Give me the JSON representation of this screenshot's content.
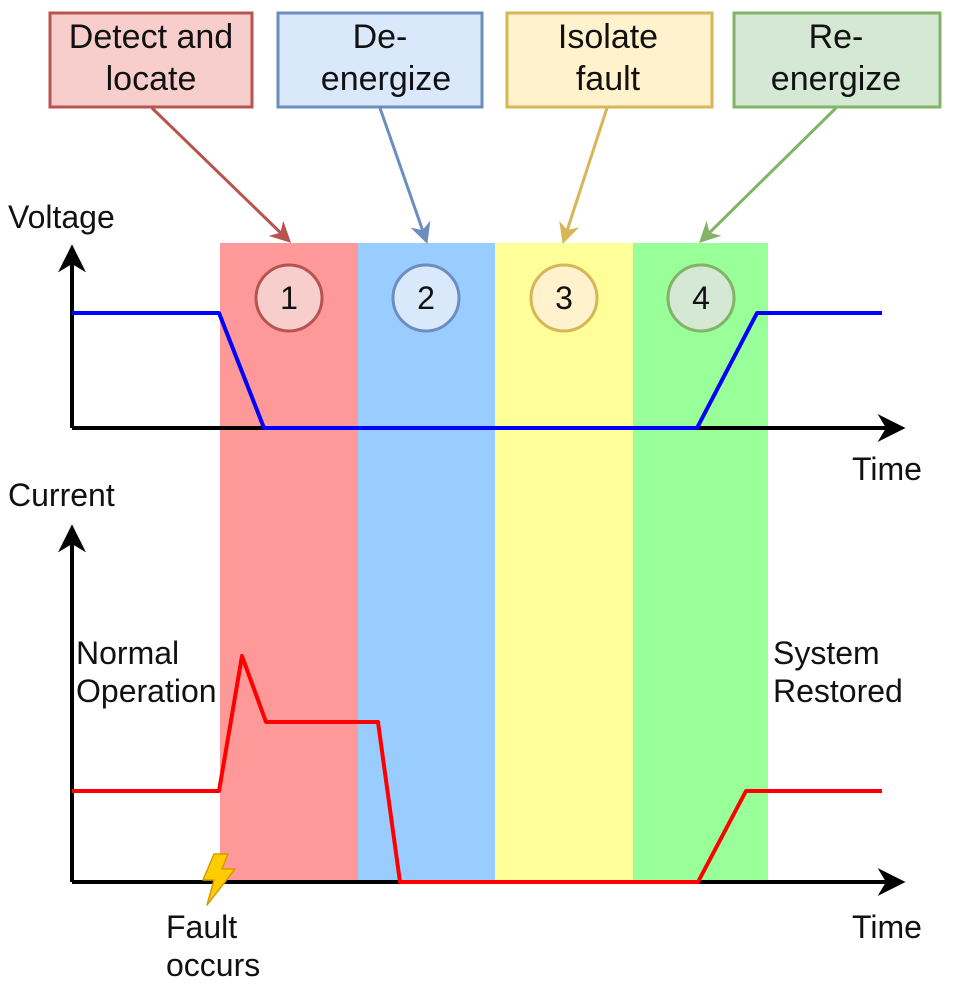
{
  "steps": [
    {
      "number": "1",
      "title_lines": [
        "Detect and",
        "locate"
      ],
      "band_color": "#ff9999",
      "box_fill": "#f8cecc",
      "box_stroke": "#b85450"
    },
    {
      "number": "2",
      "title_lines": [
        "De-",
        "energize"
      ],
      "band_color": "#99ccff",
      "box_fill": "#dae8fc",
      "box_stroke": "#6c8ebf"
    },
    {
      "number": "3",
      "title_lines": [
        "Isolate",
        "fault"
      ],
      "band_color": "#ffff99",
      "box_fill": "#fff2cc",
      "box_stroke": "#d6b656"
    },
    {
      "number": "4",
      "title_lines": [
        "Re-",
        "energize"
      ],
      "band_color": "#99ff99",
      "box_fill": "#d5e8d4",
      "box_stroke": "#82b366"
    }
  ],
  "voltage_chart": {
    "y_label": "Voltage",
    "x_label": "Time",
    "line_color": "#0000ff"
  },
  "current_chart": {
    "y_label": "Current",
    "x_label": "Time",
    "line_color": "#ff0000"
  },
  "annotations": {
    "normal_operation": [
      "Normal",
      "Operation"
    ],
    "system_restored": [
      "System",
      "Restored"
    ],
    "fault_occurs": [
      "Fault",
      "occurs"
    ]
  },
  "icons": {
    "fault": "lightning-bolt-icon"
  },
  "colors": {
    "axis": "#000000",
    "bolt_fill": "#ffcc00",
    "bolt_stroke": "#d79b00"
  }
}
